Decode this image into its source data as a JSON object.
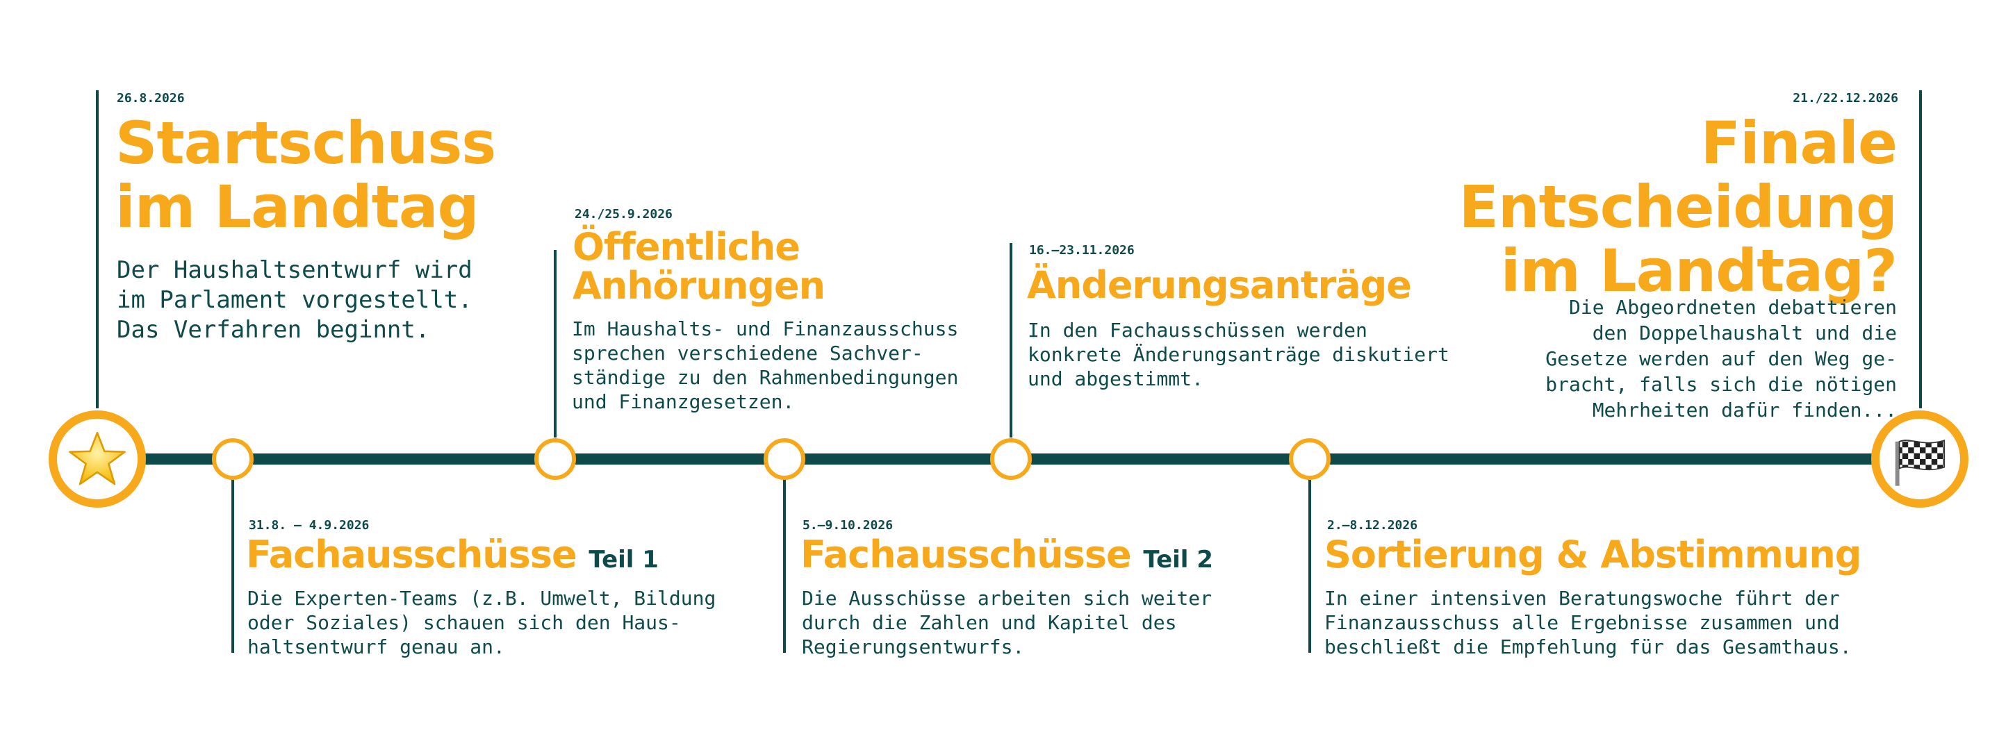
{
  "timeline": {
    "start": {
      "date": "26.8.2026",
      "title": "Startschuss\nim Landtag",
      "desc": "Der Haushaltsentwurf wird\nim Parlament vorgestellt.\nDas Verfahren beginnt.",
      "icon": "star-icon"
    },
    "fachausschuesse1": {
      "date": "31.8. – 4.9.2026",
      "title": "Fachausschüsse",
      "suffix": "Teil 1",
      "desc": "Die Experten-Teams (z.B. Umwelt, Bildung\noder Soziales) schauen sich den Haus-\nhaltsentwurf genau an."
    },
    "anhoerungen": {
      "date": "24./25.9.2026",
      "title": "Öffentliche\nAnhörungen",
      "desc": "Im Haushalts- und Finanzausschuss\nsprechen verschiedene Sachver-\nständige zu den Rahmenbedingungen\nund Finanzgesetzen."
    },
    "fachausschuesse2": {
      "date": "5.–9.10.2026",
      "title": "Fachausschüsse",
      "suffix": "Teil 2",
      "desc": "Die Ausschüsse arbeiten sich weiter\ndurch die Zahlen und Kapitel des\nRegierungsentwurfs."
    },
    "aenderungsantraege": {
      "date": "16.–23.11.2026",
      "title": "Änderungsanträge",
      "desc": "In den Fachausschüssen werden\nkonkrete Änderungsanträge diskutiert\nund abgestimmt."
    },
    "sortierung": {
      "date": "2.–8.12.2026",
      "title": "Sortierung & Abstimmung",
      "desc": "In einer intensiven Beratungswoche führt der\nFinanzausschuss alle Ergebnisse zusammen und\nbeschließt die Empfehlung für das Gesamthaus."
    },
    "finale": {
      "date": "21./22.12.2026",
      "title": "Finale\nEntscheidung\nim Landtag?",
      "desc": "Die Abgeordneten debattieren\nden Doppelhaushalt und die\nGesetze werden auf den Weg ge-\nbracht, falls sich die nötigen\nMehrheiten dafür finden...",
      "icon": "checkered-flag-icon"
    }
  },
  "colors": {
    "accent": "#f7a81b",
    "primary": "#0f4a4b",
    "background": "#ffffff"
  }
}
